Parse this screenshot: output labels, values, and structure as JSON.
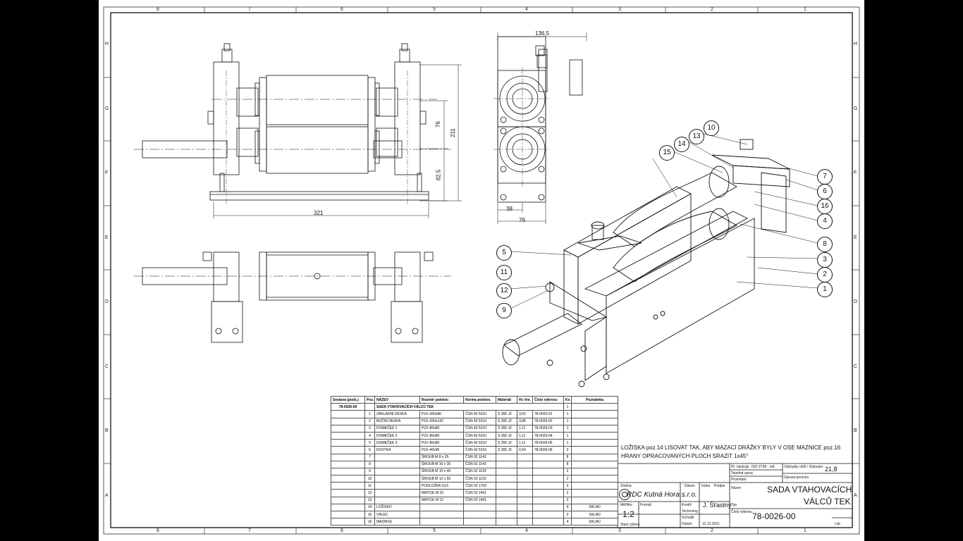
{
  "sheet": {
    "zone_numbers_top": [
      "8",
      "7",
      "6",
      "5",
      "4",
      "3",
      "2",
      "1"
    ],
    "zone_numbers_bottom": [
      "8",
      "7",
      "6",
      "5",
      "4",
      "3",
      "2",
      "1"
    ],
    "zone_letters_left": [
      "H",
      "G",
      "F",
      "E",
      "D",
      "C",
      "B",
      "A"
    ],
    "zone_letters_right": [
      "H",
      "G",
      "F",
      "E",
      "D",
      "C",
      "B",
      "A"
    ]
  },
  "dimensions": {
    "front_width": "321",
    "front_height_76": "76",
    "front_height_211": "211",
    "front_height_825": "82.5",
    "side_width_top": "136,5",
    "side_width_38": "38",
    "side_width_76": "76"
  },
  "balloons": [
    "10",
    "13",
    "14",
    "15",
    "7",
    "6",
    "16",
    "4",
    "8",
    "3",
    "2",
    "1",
    "5",
    "11",
    "12",
    "9"
  ],
  "bom": {
    "headers": [
      "Sestava (pods.)",
      "Poz.",
      "NÁZEV",
      "Rozměr polotov.",
      "Norma polotov.",
      "Materiál",
      "Hr. hm.",
      "Číslo výkresu",
      "Ks",
      "Poznámka"
    ],
    "title_row": {
      "assembly": "78-0026-00",
      "name": "SADA VTAHOVACÍCH VÁLCŮ TEK",
      "qty": "1"
    },
    "rows": [
      {
        "pos": "1",
        "name": "ZÁKLADNÍ DESKA",
        "dim": "P16–300x80",
        "norm": "ČSN 42 5310",
        "mat": "S 355 J2",
        "mass": "3,02",
        "drawing": "78-0026-01",
        "qty": "1",
        "note": ""
      },
      {
        "pos": "2",
        "name": "BOČNÍ DESKA",
        "dim": "P16–200x142",
        "norm": "ČSN 42 5310",
        "mat": "S 355 J2",
        "mass": "3,88",
        "drawing": "78-0026-02",
        "qty": "1",
        "note": ""
      },
      {
        "pos": "3",
        "name": "DOMEČEK 1",
        "dim": "P22–80x80",
        "norm": "ČSN 42 5310",
        "mat": "S 355 J2",
        "mass": "1,11",
        "drawing": "78-0026-03",
        "qty": "1",
        "note": ""
      },
      {
        "pos": "4",
        "name": "DOMEČEK 2",
        "dim": "P22–80x80",
        "norm": "ČSN 42 5310",
        "mat": "S 355 J2",
        "mass": "1,11",
        "drawing": "78-0026-04",
        "qty": "1",
        "note": ""
      },
      {
        "pos": "5",
        "name": "DOMEČEK 3",
        "dim": "P22–80x80",
        "norm": "ČSN 42 5310",
        "mat": "S 355 J2",
        "mass": "1,11",
        "drawing": "78-0026-05",
        "qty": "1",
        "note": ""
      },
      {
        "pos": "6",
        "name": "KOSTKA",
        "dim": "P16–40x95",
        "norm": "ČSN 42 5310",
        "mat": "S 355 J2",
        "mass": "0,54",
        "drawing": "78-0026-06",
        "qty": "2",
        "note": ""
      },
      {
        "pos": "7",
        "name": "",
        "dim": "ŠROUB M 8 x 25",
        "norm": "ČSN 02 1143",
        "mat": "",
        "mass": "",
        "drawing": "",
        "qty": "8",
        "note": ""
      },
      {
        "pos": "8",
        "name": "",
        "dim": "ŠROUB M 10 x 30",
        "norm": "ČSN 02 1143",
        "mat": "",
        "mass": "",
        "drawing": "",
        "qty": "8",
        "note": ""
      },
      {
        "pos": "9",
        "name": "",
        "dim": "ŠROUB M 10 x 45",
        "norm": "ČSN 02 1143",
        "mat": "",
        "mass": "",
        "drawing": "",
        "qty": "2",
        "note": ""
      },
      {
        "pos": "10",
        "name": "",
        "dim": "ŠROUB M 12 x 55",
        "norm": "ČSN 02 1103",
        "mat": "",
        "mass": "",
        "drawing": "",
        "qty": "2",
        "note": ""
      },
      {
        "pos": "11",
        "name": "",
        "dim": "PODLOŽKA 10,5",
        "norm": "ČSN 02 1703",
        "mat": "",
        "mass": "",
        "drawing": "",
        "qty": "2",
        "note": ""
      },
      {
        "pos": "12",
        "name": "",
        "dim": "MATICE M 10",
        "norm": "ČSN 02 1401",
        "mat": "",
        "mass": "",
        "drawing": "",
        "qty": "2",
        "note": ""
      },
      {
        "pos": "13",
        "name": "",
        "dim": "MATICE M 12",
        "norm": "ČSN 02 1401",
        "mat": "",
        "mass": "",
        "drawing": "",
        "qty": "2",
        "note": ""
      },
      {
        "pos": "14",
        "name": "LOŽISKO",
        "dim": "",
        "norm": "",
        "mat": "",
        "mass": "",
        "drawing": "",
        "qty": "4",
        "note": "SKLAD"
      },
      {
        "pos": "15",
        "name": "VÁLEC",
        "dim": "",
        "norm": "",
        "mat": "",
        "mass": "",
        "drawing": "",
        "qty": "2",
        "note": "SKLAD"
      },
      {
        "pos": "16",
        "name": "MAZNICE",
        "dim": "",
        "norm": "",
        "mat": "",
        "mass": "",
        "drawing": "",
        "qty": "4",
        "note": "SKLAD"
      }
    ]
  },
  "notes": {
    "line1": "LOŽISKA poz.14 LISOVAT TAK, ABY MAZACÍ DRÁŽKY BYLY V OSE MAZNICE poz.16",
    "line2": "HRANY OPRACOVANÝCH PLOCH SRAZIT 1x45°"
  },
  "title_block": {
    "tolerance_label": "Př. nástroje",
    "tolerance_value": "ISO 2768 - mK",
    "roughness_label": "Odchylky úhlů / Kótování",
    "roughness_value": "21,8",
    "treatment_label": "Tepelné zprac.",
    "projection_label": "Promítání",
    "surface_label": "Úprava povrchu",
    "change_label": "Změna",
    "date_label": "Datum",
    "index_label": "Index",
    "sign_label": "Podpis",
    "name_label": "Název",
    "company": "RDC Kutná Hora,s.r.o.",
    "scale_label": "Měřítko",
    "scale": "1:2",
    "format_label": "Formát",
    "drawn_label": "Kreslil",
    "drawn_by": "J. Šťastný",
    "tech_label": "Technolog",
    "approved_label": "Schválil",
    "date2_label": "Datum",
    "date_value": "12.12.2011",
    "type_label": "Typ",
    "drawing_no_label": "Číslo výkresu",
    "title_line1": "SADA VTAHOVACÍCH",
    "title_line2": "VÁLCŮ TEK",
    "drawing_no": "78-0026-00",
    "sheet_label": "List",
    "old_label": "Starý výkres"
  }
}
